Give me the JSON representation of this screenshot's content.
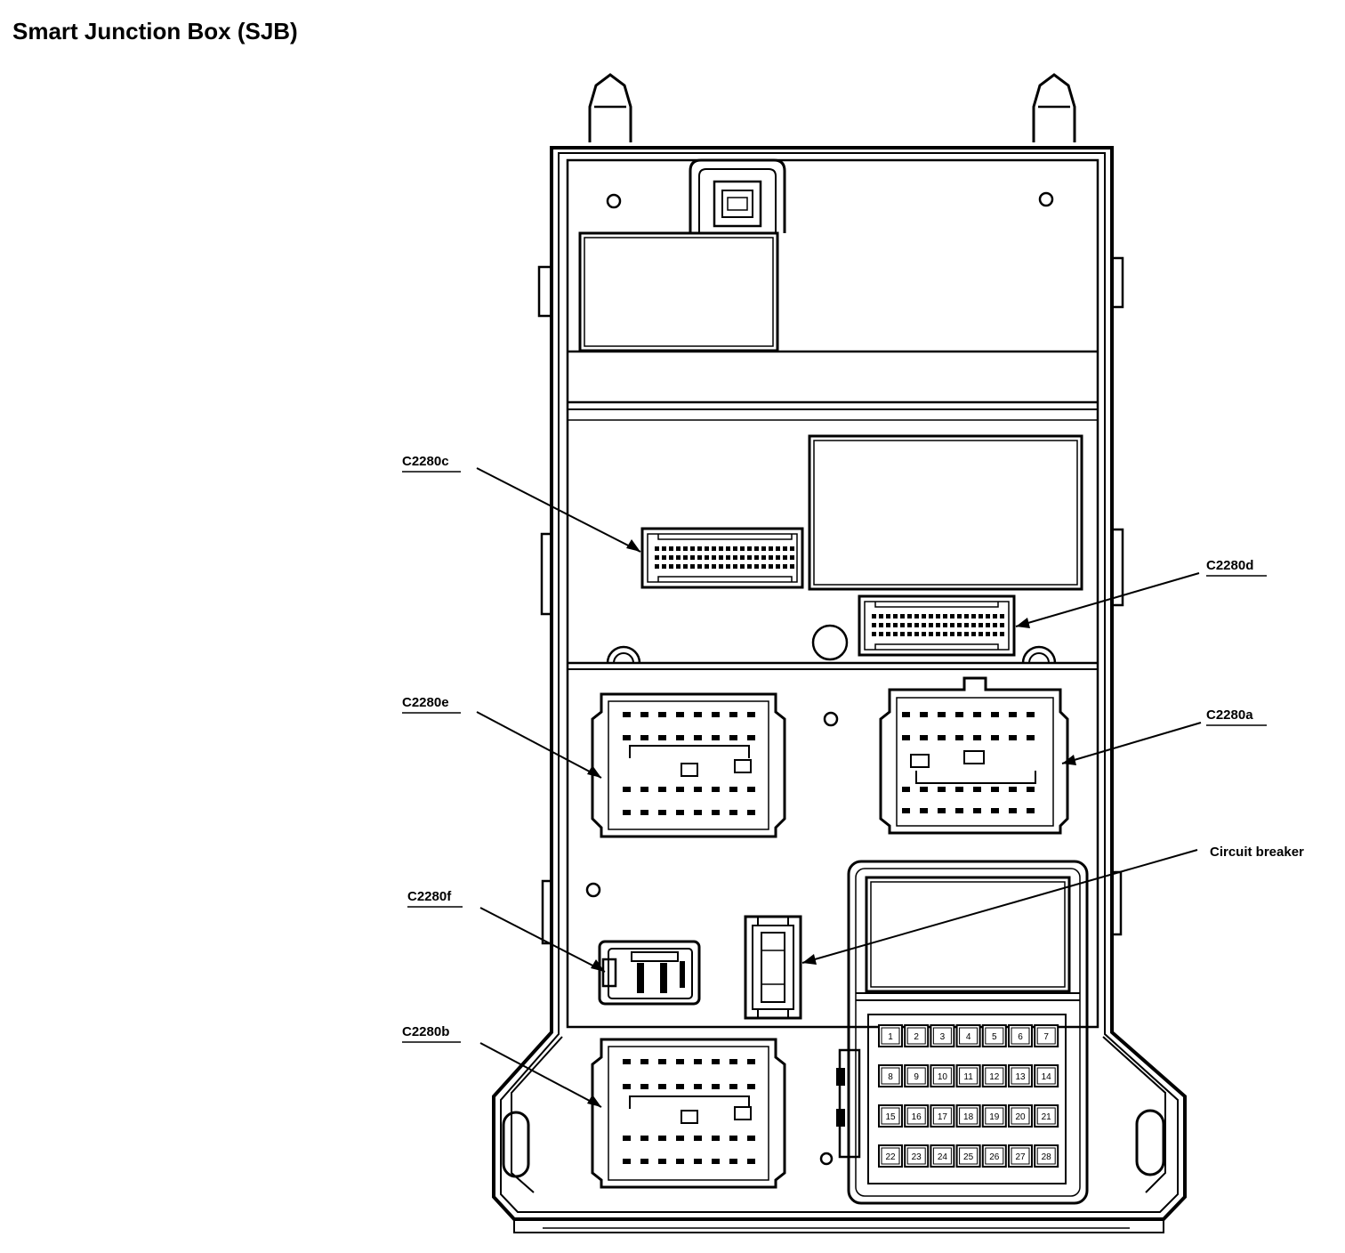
{
  "title": "Smart Junction Box (SJB)",
  "labels": {
    "c2280c": "C2280c",
    "c2280d": "C2280d",
    "c2280e": "C2280e",
    "c2280a": "C2280a",
    "circuit_breaker": "Circuit breaker",
    "c2280f": "C2280f",
    "c2280b": "C2280b"
  },
  "fuses": [
    "1",
    "2",
    "3",
    "4",
    "5",
    "6",
    "7",
    "8",
    "9",
    "10",
    "11",
    "12",
    "13",
    "14",
    "15",
    "16",
    "17",
    "18",
    "19",
    "20",
    "21",
    "22",
    "23",
    "24",
    "25",
    "26",
    "27",
    "28"
  ],
  "colors": {
    "line": "#000000",
    "background": "#ffffff"
  }
}
